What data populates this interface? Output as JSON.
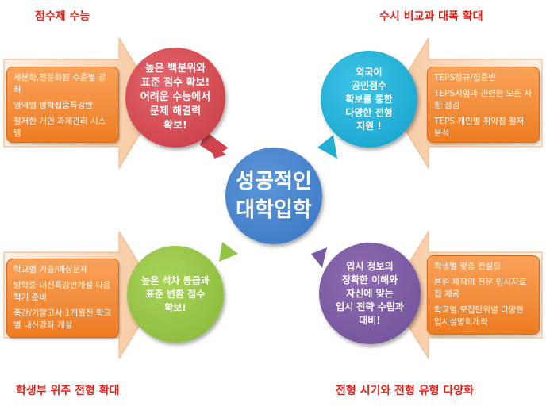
{
  "titles": {
    "top_left": "점수제 수능",
    "top_right": "수시 비교과 대폭 확대",
    "bottom_left": "학생부 위주 전형 확대",
    "bottom_right": "전형 시기와 전형 유형 다양화"
  },
  "center": {
    "line1": "성공적인",
    "line2": "대학입학"
  },
  "circles": {
    "top_left": {
      "lines": [
        "높은 백분위와",
        "표준 점수 확보!",
        "어려운 수능에서",
        "문제 해결력",
        "확보!"
      ]
    },
    "top_right": {
      "lines": [
        "외국어",
        "공인점수",
        "확보를 통한",
        "다양한 전형",
        "지원 !"
      ]
    },
    "bottom_left": {
      "lines": [
        "높은 석차 등급과",
        "표준 변환 점수",
        "확보!"
      ]
    },
    "bottom_right": {
      "lines": [
        "입시 정보의",
        "정확한 이해와",
        "자신에 맞는",
        "입시 전략 수립과",
        "대비!"
      ]
    }
  },
  "boxes": {
    "top_left": [
      "세분화,전문화된 수준별 강좌",
      "영역별 방학집중특강반",
      "철저한 개인 과제관리 시스템"
    ],
    "top_right": [
      "TEPS정규/집중반",
      "TEPS시험과 관련한 모든 사항 점검",
      "TEPS 개인별 취약점 철저 분석"
    ],
    "bottom_left": [
      "학교별 기출/예상문제",
      "방학중 내신특강반개설 다음학기 준비",
      "중간/기말고사 1개월전 학교별 내신강좌 개설"
    ],
    "bottom_right": [
      "학생별 맞춤 컨설팅",
      "본원 제작의 전문 입시자료집 제공",
      "학교별,모집단위별 다양한 입시설명회개최"
    ]
  },
  "colors": {
    "title_red": "#e2231a",
    "box_orange": "#f39a4c",
    "arrow_fill": "#fce0c8",
    "red": "#cf444c",
    "blue": "#22afd6",
    "green": "#93c446",
    "purple": "#7a5aa3",
    "center_blue": "#4a86d0"
  }
}
